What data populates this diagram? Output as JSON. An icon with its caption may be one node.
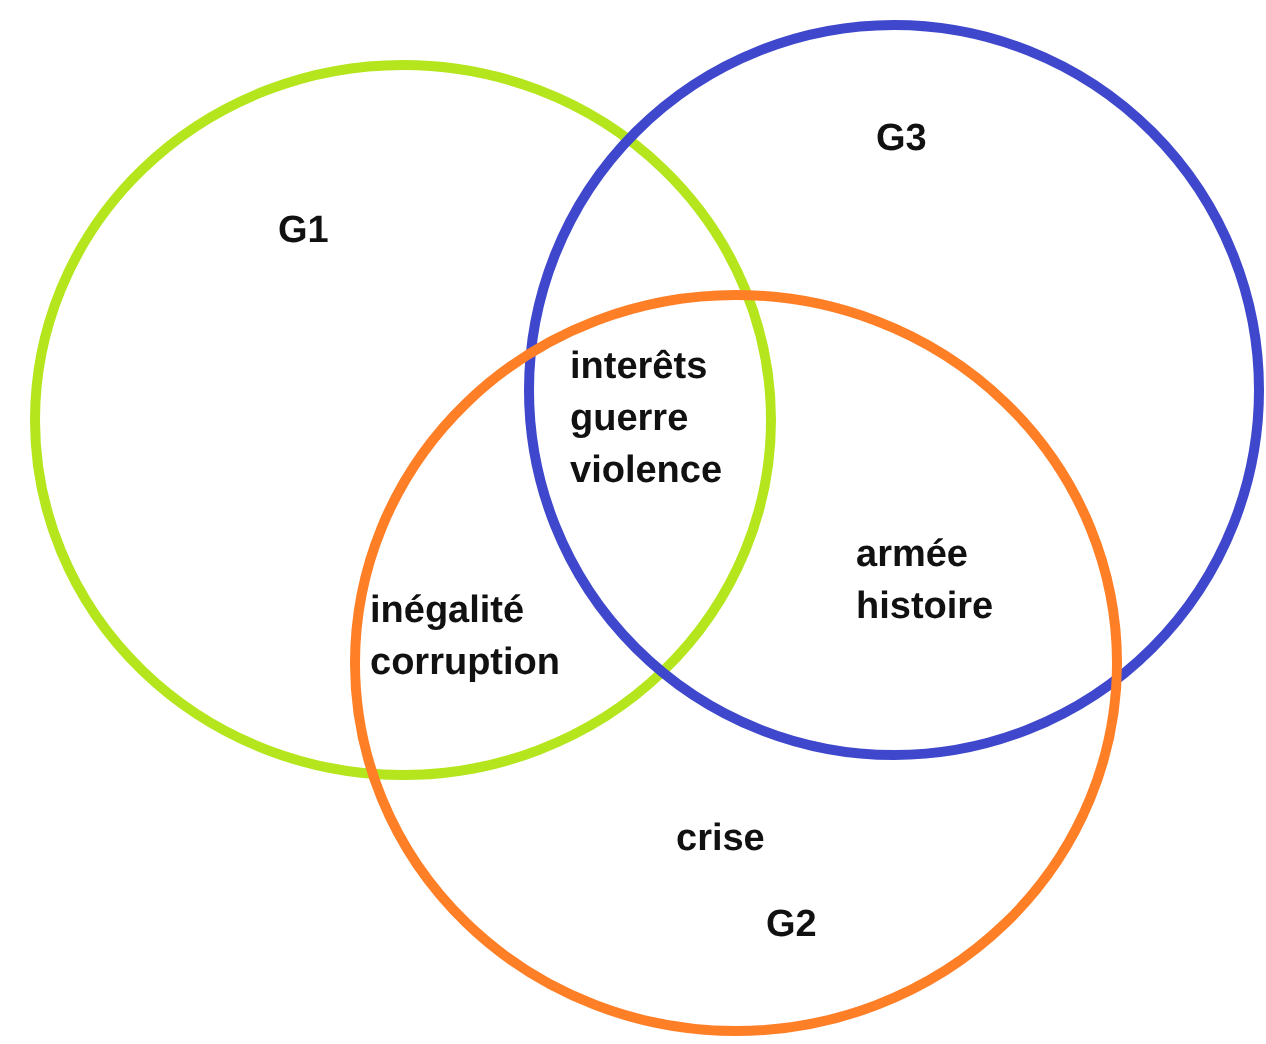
{
  "diagram": {
    "nodes": [
      {
        "text": [
          "G1"
        ]
      },
      {
        "text": [
          "G3"
        ]
      },
      {
        "text": [
          "G2"
        ]
      }
    ],
    "edges": [],
    "labels": [
      "interêts guerre violence",
      "armée histoire",
      "inégalité corruption",
      "crise"
    ]
  }
}
